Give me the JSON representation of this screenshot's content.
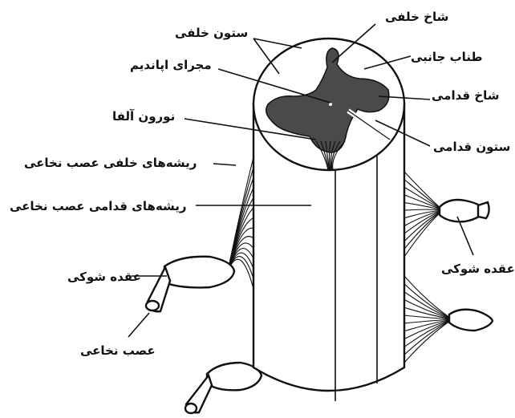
{
  "labels": {
    "posterior_horn": "شاخ خلفی",
    "posterior_column": "ستون خلفی",
    "lateral_tract": "طناب جانبی",
    "ependymal_canal": "مجرای اپانديم",
    "anterior_horn": "شاخ قدامی",
    "alpha_neuron": "نورون آلفا",
    "anterior_column": "ستون قدامی",
    "posterior_roots": "ریشه‌های خلفی عصب نخاعی",
    "anterior_roots": "ریشه‌های قدامی عصب نخاعی",
    "spinal_ganglion_left": "عقده شوکی",
    "spinal_ganglion_right": "عقده شوکی",
    "spinal_nerve": "عصب نخاعی"
  },
  "colors": {
    "gray_matter": "#4a4a4a",
    "outline": "#111111",
    "background": "#ffffff"
  }
}
